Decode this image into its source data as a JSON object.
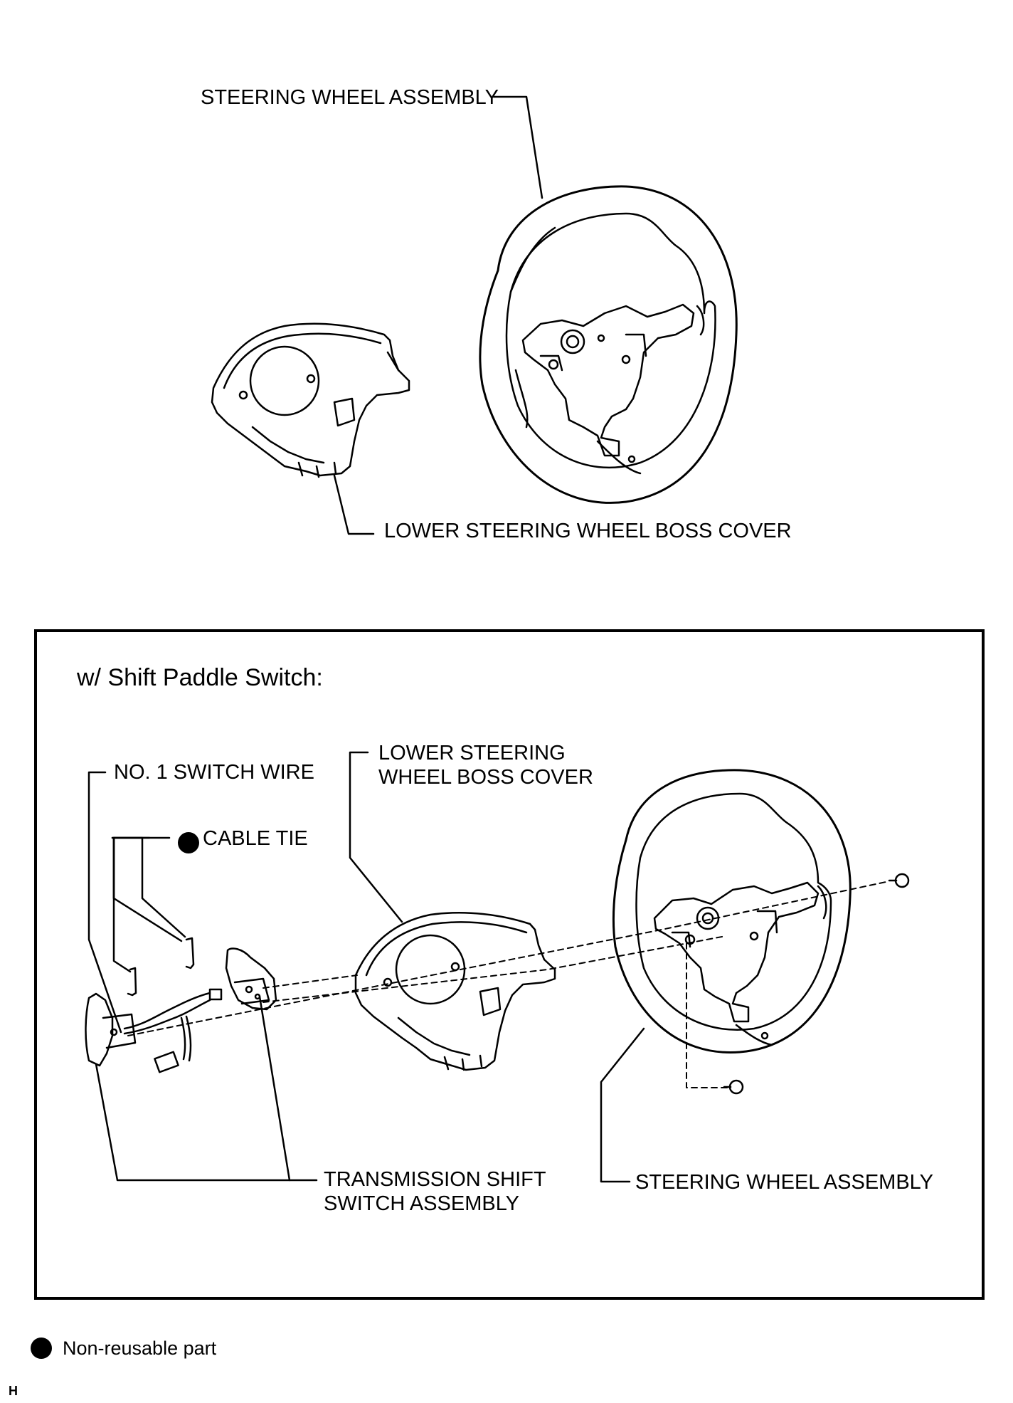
{
  "top": {
    "steering_wheel_label": "STEERING WHEEL ASSEMBLY",
    "boss_cover_label": "LOWER STEERING WHEEL BOSS COVER"
  },
  "panel": {
    "title": "w/ Shift Paddle Switch:",
    "switch_wire_label": "NO. 1 SWITCH WIRE",
    "cable_tie_label": "CABLE TIE",
    "boss_cover_label_line1": "LOWER STEERING",
    "boss_cover_label_line2": "WHEEL BOSS COVER",
    "shift_switch_label_line1": "TRANSMISSION SHIFT",
    "shift_switch_label_line2": "SWITCH ASSEMBLY",
    "steering_wheel_label": "STEERING WHEEL ASSEMBLY"
  },
  "legend": {
    "non_reusable": "Non-reusable part"
  },
  "page_code": "H",
  "icons": {
    "non_reusable_marker": "filled-circle-icon"
  }
}
